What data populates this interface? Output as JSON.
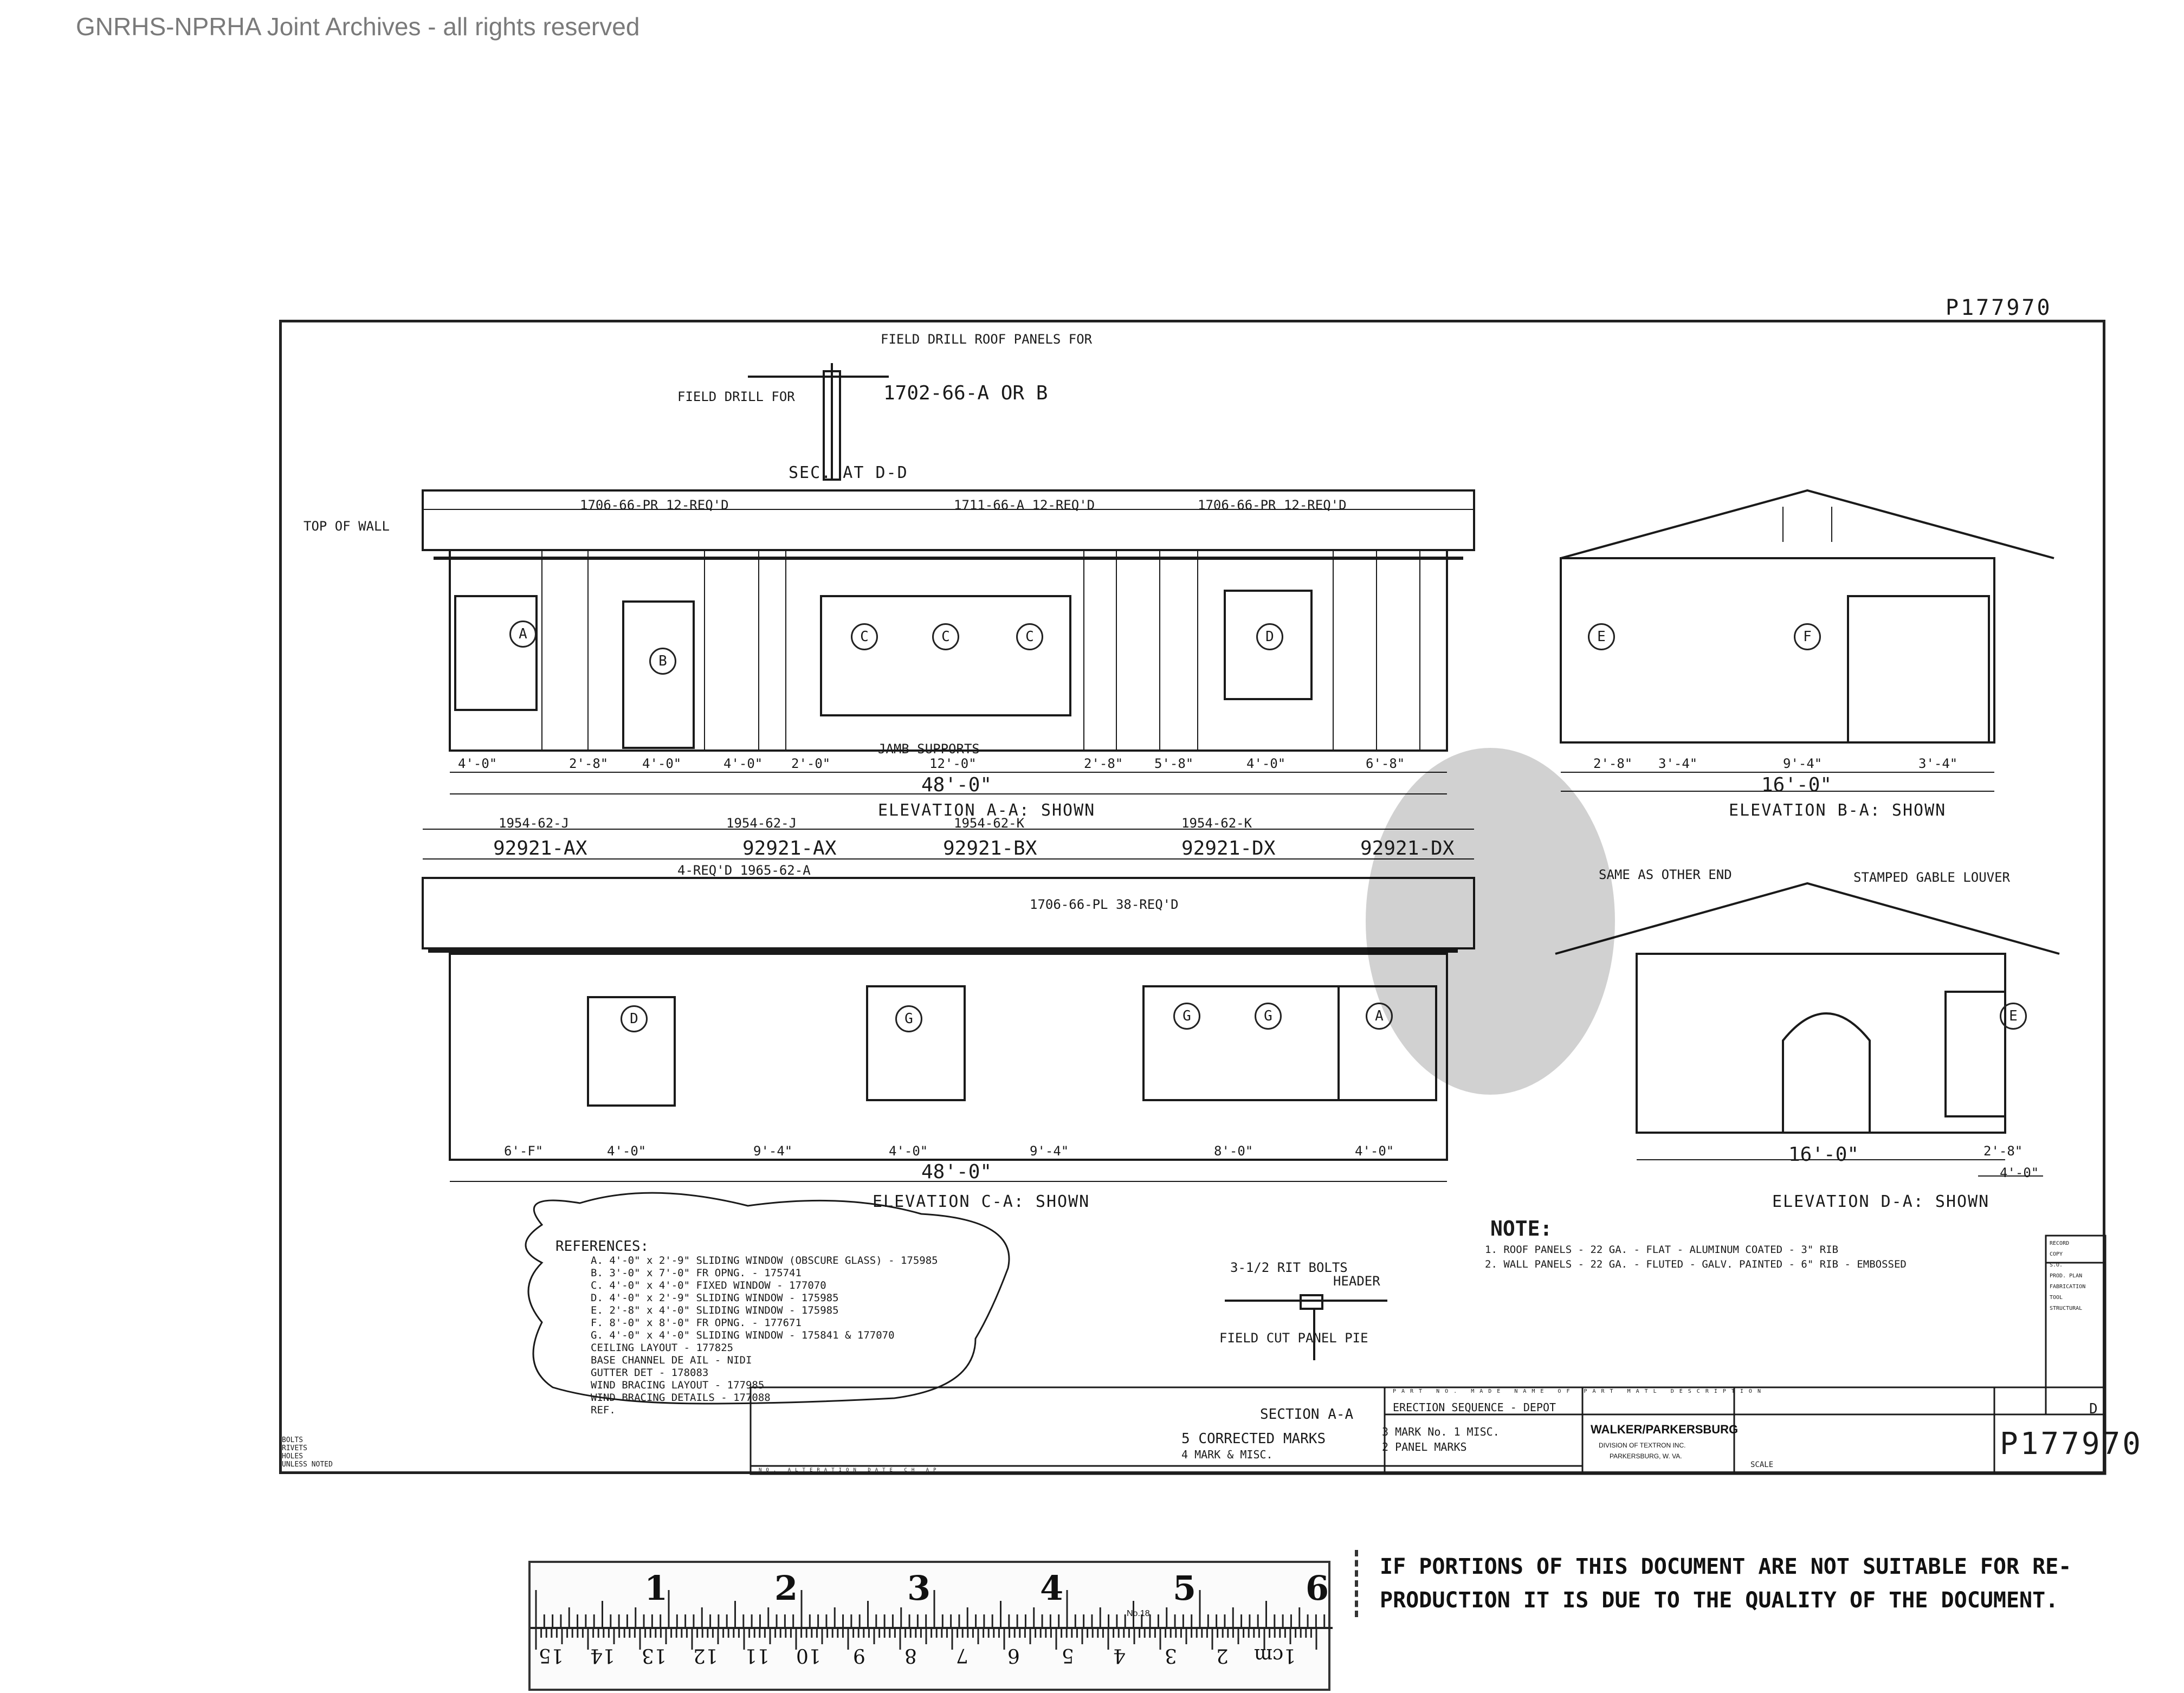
{
  "watermark": "GNRHS-NPRHA Joint Archives - all rights reserved",
  "drawing_number": "P177970",
  "sheet_letter": "D",
  "views": {
    "section_dd": "SEC. AT D-D",
    "elev_a": "ELEVATION A-A: SHOWN",
    "elev_b": "ELEVATION B-A: SHOWN",
    "elev_c": "ELEVATION C-A: SHOWN",
    "elev_d": "ELEVATION D-A: SHOWN",
    "section_aa": "SECTION A-A"
  },
  "callouts": {
    "field_drill_roof": "FIELD DRILL ROOF PANELS FOR",
    "field_drill": "FIELD DRILL FOR",
    "top_of_wall": "TOP OF WALL",
    "part_1702": "1702-66-A OR B",
    "stamped_louver": "STAMPED GABLE LOUVER",
    "same_as_other_end": "SAME AS OTHER END",
    "jamb_supports": "JAMB SUPPORTS",
    "header": "HEADER",
    "bolts": "3-1/2 RIT BOLTS",
    "field_cut": "FIELD CUT PANEL PIE"
  },
  "dimensions": {
    "overall_a": "48'-0\"",
    "overall_c": "48'-0\"",
    "overall_b": "16'-0\"",
    "overall_d": "16'-0\"",
    "a_segments": [
      "4'-0\"",
      "2'-8\"",
      "4'-0\"",
      "4'-0\"",
      "2'-0\"",
      "12'-0\"",
      "2'-8\"",
      "5'-8\"",
      "4'-0\"",
      "6'-8\""
    ],
    "c_segments": [
      "6'-F\"",
      "4'-0\"",
      "9'-4\"",
      "4'-0\"",
      "9'-4\"",
      "8'-0\"",
      "4'-0\""
    ],
    "b_segments": [
      "2'-8\"",
      "3'-4\"",
      "9'-4\"",
      "3'-4\""
    ],
    "d_segments": [
      "2'-8\"",
      "4'-0\""
    ]
  },
  "roof_panels": {
    "a_top": [
      "1706-66-PR 12-REQ'D",
      "1711-66-A 12-REQ'D",
      "1706-66-PR 12-REQ'D"
    ],
    "c_top": [
      "1954-62-J",
      "1954-62-J",
      "1954-62-K",
      "1954-62-K"
    ],
    "c_mid": [
      "92921-AX",
      "92921-AX",
      "92921-BX",
      "92921-DX",
      "92921-DX"
    ],
    "c_req": "4-REQ'D 1965-62-A",
    "c_ridge": "1706-66-PL 38-REQ'D"
  },
  "window_marks": {
    "a": [
      "A",
      "B",
      "C",
      "C",
      "C",
      "D"
    ],
    "b": [
      "E",
      "F"
    ],
    "c": [
      "D",
      "G",
      "G",
      "G",
      "A"
    ],
    "d": [
      "E"
    ]
  },
  "note": {
    "heading": "NOTE:",
    "lines": [
      "1. ROOF PANELS - 22 GA. - FLAT - ALUMINUM COATED - 3\" RIB",
      "2. WALL PANELS - 22 GA. - FLUTED - GALV. PAINTED - 6\" RIB - EMBOSSED"
    ]
  },
  "references": {
    "heading": "REFERENCES:",
    "lines": [
      "A. 4'-0\" x 2'-9\" SLIDING WINDOW (OBSCURE GLASS) - 175985",
      "B. 3'-0\" x 7'-0\" FR OPNG. - 175741",
      "C. 4'-0\" x 4'-0\" FIXED WINDOW - 177070",
      "D. 4'-0\" x 2'-9\" SLIDING WINDOW - 175985",
      "E. 2'-8\" x 4'-0\" SLIDING WINDOW - 175985",
      "F. 8'-0\" x 8'-0\" FR OPNG. - 177671",
      "G. 4'-0\" x 4'-0\" SLIDING WINDOW - 175841 & 177070",
      "CEILING LAYOUT - 177825",
      "BASE CHANNEL DE AIL - NIDI",
      "GUTTER DET - 178083",
      "WIND BRACING LAYOUT - 177985",
      "WIND BRACING DETAILS - 177088",
      "REF."
    ]
  },
  "title_block": {
    "company": "WALKER/PARKERSBURG",
    "division": "DIVISION OF TEXTRON INC.",
    "city": "PARKERSBURG, W. VA.",
    "revisions": [
      {
        "no": "5",
        "text": "CORRECTED MARKS"
      },
      {
        "no": "4",
        "text": "MARK & MISC."
      },
      {
        "no": "3",
        "text": "MARK No. 1 MISC."
      },
      {
        "no": "2",
        "text": "PANEL MARKS"
      }
    ],
    "left_labels": [
      "BOLTS",
      "RIVETS",
      "HOLES",
      "UNLESS NOTED"
    ],
    "col_heads": [
      "NO.",
      "ALTERATION",
      "DATE",
      "CH",
      "AP"
    ],
    "part_heads": [
      "PART NO.",
      "MADE",
      "NAME OF PART",
      "MATL",
      "DESCRIPTION"
    ],
    "name_of_part": "ERECTION SEQUENCE - DEPOT",
    "scale_label": "SCALE",
    "record_list": [
      "RECORD",
      "COPY",
      "S.O.",
      "PROD. PLAN",
      "FABRICATION",
      "TOOL",
      "STRUCTURAL"
    ]
  },
  "ruler": {
    "inches": [
      "1",
      "2",
      "3",
      "4",
      "5",
      "6"
    ],
    "cm": [
      "1cm",
      "2",
      "3",
      "4",
      "5",
      "6",
      "7",
      "8",
      "9",
      "10",
      "11",
      "12",
      "13",
      "14",
      "15"
    ],
    "maker": "No.18"
  },
  "stamp": {
    "line1": "IF PORTIONS OF THIS DOCUMENT ARE NOT SUITABLE FOR RE-",
    "line2": "PRODUCTION IT IS DUE TO THE QUALITY OF THE DOCUMENT."
  }
}
